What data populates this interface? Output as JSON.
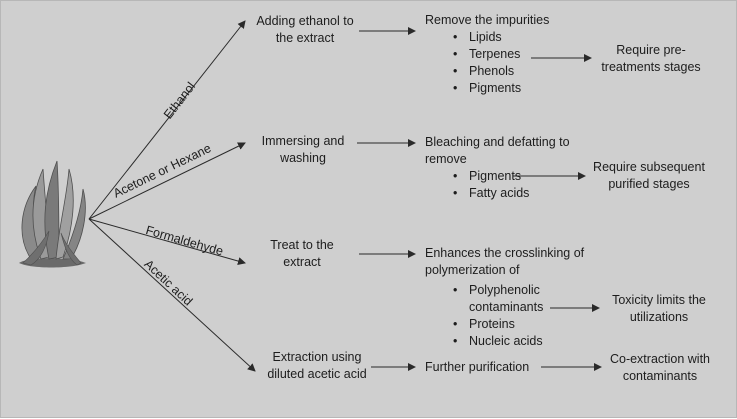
{
  "solvents": [
    "Ethanol",
    "Acetone or Hexane",
    "Formaldehyde",
    "Acetic acid"
  ],
  "step1": {
    "ethanol": [
      "Adding ethanol to",
      "the extract"
    ],
    "acetone": [
      "Immersing and",
      "washing"
    ],
    "formaldehyde": [
      "Treat to the",
      "extract"
    ],
    "acetic": [
      "Extraction using",
      "diluted acetic acid"
    ]
  },
  "step2": {
    "ethanol": {
      "heading": [
        "Remove the impurities"
      ],
      "bullets": [
        "Lipids",
        "Terpenes",
        "Phenols",
        "Pigments"
      ]
    },
    "acetone": {
      "heading": [
        "Bleaching and defatting to",
        "remove"
      ],
      "bullets": [
        "Pigments",
        "Fatty acids"
      ]
    },
    "formaldehyde": {
      "heading": [
        "Enhances the crosslinking of",
        "polymerization of"
      ],
      "bullets": [
        "Polyphenolic",
        "contaminants",
        "Proteins",
        "Nucleic acids"
      ]
    },
    "acetic": {
      "heading": [
        "Further purification"
      ]
    }
  },
  "outcomes": {
    "ethanol": [
      "Require pre-",
      "treatments stages"
    ],
    "acetone": [
      "Require subsequent",
      "purified stages"
    ],
    "formaldehyde": [
      "Toxicity limits the",
      "utilizations"
    ],
    "acetic": [
      "Co-extraction with",
      "contaminants"
    ]
  },
  "colors": {
    "background": "#cfcfcf",
    "text": "#1d1d1d",
    "arrow": "#2a2a2a",
    "seaweed": "#7d7d7d"
  },
  "icons": {
    "source": "seaweed-icon"
  }
}
